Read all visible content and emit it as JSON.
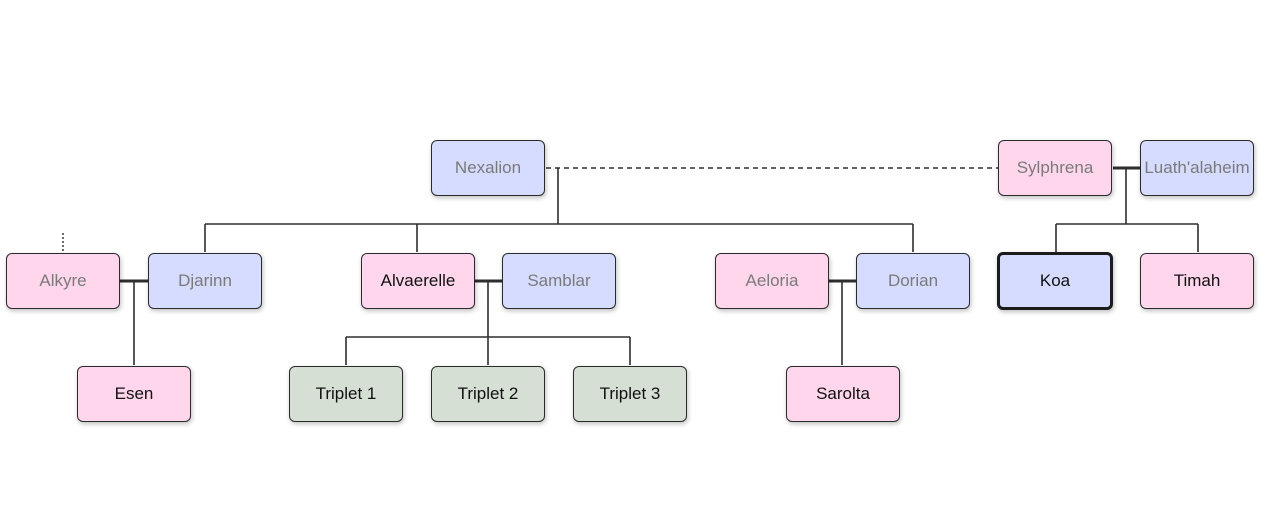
{
  "tree": {
    "nexalion": {
      "name": "Nexalion"
    },
    "sylphrena": {
      "name": "Sylphrena"
    },
    "luathalaheim": {
      "name": "Luath'alaheim"
    },
    "alkyre": {
      "name": "Alkyre"
    },
    "djarinn": {
      "name": "Djarinn"
    },
    "alvaerelle": {
      "name": "Alvaerelle"
    },
    "samblar": {
      "name": "Samblar"
    },
    "aeloria": {
      "name": "Aeloria"
    },
    "dorian": {
      "name": "Dorian"
    },
    "koa": {
      "name": "Koa"
    },
    "timah": {
      "name": "Timah"
    },
    "esen": {
      "name": "Esen"
    },
    "triplet1": {
      "name": "Triplet 1"
    },
    "triplet2": {
      "name": "Triplet 2"
    },
    "triplet3": {
      "name": "Triplet 3"
    },
    "sarolta": {
      "name": "Sarolta"
    }
  },
  "colors": {
    "female": "#ffd6ec",
    "male": "#d6dcff",
    "neutral": "#d6dfd4",
    "line": "#2e2e2e"
  }
}
